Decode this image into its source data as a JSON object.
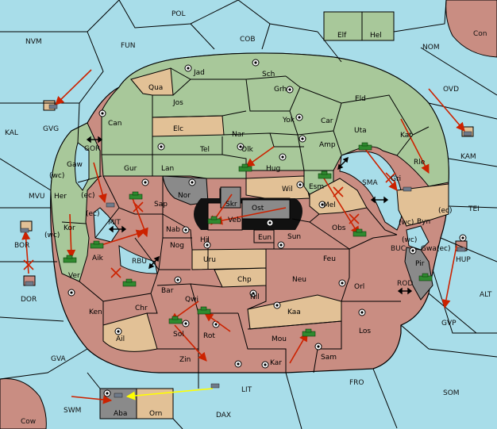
{
  "colors": {
    "sea": "#a8dde9",
    "green": "#a8c89a",
    "tan": "#e2c196",
    "red": "#c98d82",
    "gray": "#8a8a8a",
    "supply_center": "#000000",
    "order_arrow": "#cc2200",
    "convoy_arrow": "#ffff00",
    "army": "#2f8a2f",
    "fleet": "#6f7a8a"
  },
  "labels": {
    "sea": {
      "pol": "POL",
      "nvm": "NVM",
      "fun": "FUN",
      "cob": "COB",
      "nom": "NOM",
      "con": "Con",
      "kal": "KAL",
      "ovd": "OVD",
      "gvg": "GVG",
      "kam": "KAM",
      "gor": "GOR",
      "mvu": "MVU",
      "mit": "MIT",
      "sma": "SMA",
      "tei": "TEI",
      "bor": "BOR",
      "dor": "DOR",
      "rbu": "RBU",
      "buc": "BUC",
      "rod": "ROD",
      "alt": "ALT",
      "gvp": "GVP",
      "hup": "HUP",
      "gva": "GVA",
      "fro": "FRO",
      "som": "SOM",
      "lit": "LIT",
      "swm": "SWM",
      "dax": "DAX",
      "cow": "Cow"
    },
    "land": {
      "elf": "Elf",
      "hel": "Hel",
      "jad": "Jad",
      "sch": "Sch",
      "qua": "Qua",
      "jos": "Jos",
      "grh": "Grh",
      "can": "Can",
      "eld": "Eld",
      "yok": "Yok",
      "car": "Car",
      "elc": "Elc",
      "nar": "Nar",
      "uta": "Uta",
      "amp": "Amp",
      "tel": "Tel",
      "olk": "Olk",
      "kat": "Kat",
      "gaw": "Gaw",
      "gur": "Gur",
      "lan": "Lan",
      "hug": "Hug",
      "rle": "Rle",
      "wil": "Wil",
      "esm": "Esm",
      "gri": "Gri",
      "nor": "Nor",
      "skr": "Skr",
      "her": "Her",
      "sap": "Sap",
      "ost": "Ost",
      "mel": "Mel",
      "veb": "Veb",
      "byn": "Byn",
      "kor": "Kor",
      "nab": "Nab",
      "eun": "Eun",
      "sun": "Sun",
      "obs": "Obs",
      "gwa": "Gwa",
      "hil": "Hil",
      "nog": "Nog",
      "aik": "Aik",
      "uru": "Uru",
      "feu": "Feu",
      "pir": "Pir",
      "ver": "Ver",
      "chp": "Chp",
      "neu": "Neu",
      "orl": "Orl",
      "bar": "Bar",
      "qwi": "Qwi",
      "nil": "Nil",
      "ken": "Ken",
      "chr": "Chr",
      "kaa": "Kaa",
      "los": "Los",
      "rot": "Rot",
      "sol": "Sol",
      "ail": "Ail",
      "mou": "Mou",
      "sam": "Sam",
      "zin": "Zin",
      "kar": "Kar",
      "aba": "Aba",
      "orn": "Orn"
    },
    "coast": {
      "wc_gaw": "(wc)",
      "ec_her": "(ec)",
      "ec_mit": "(ec)",
      "wc_kor": "(wc)",
      "wc_byn": "(wc)",
      "ec_byn": "(ec)",
      "wc_gwa": "(wc)",
      "ec_gwa": "(ec)"
    }
  }
}
